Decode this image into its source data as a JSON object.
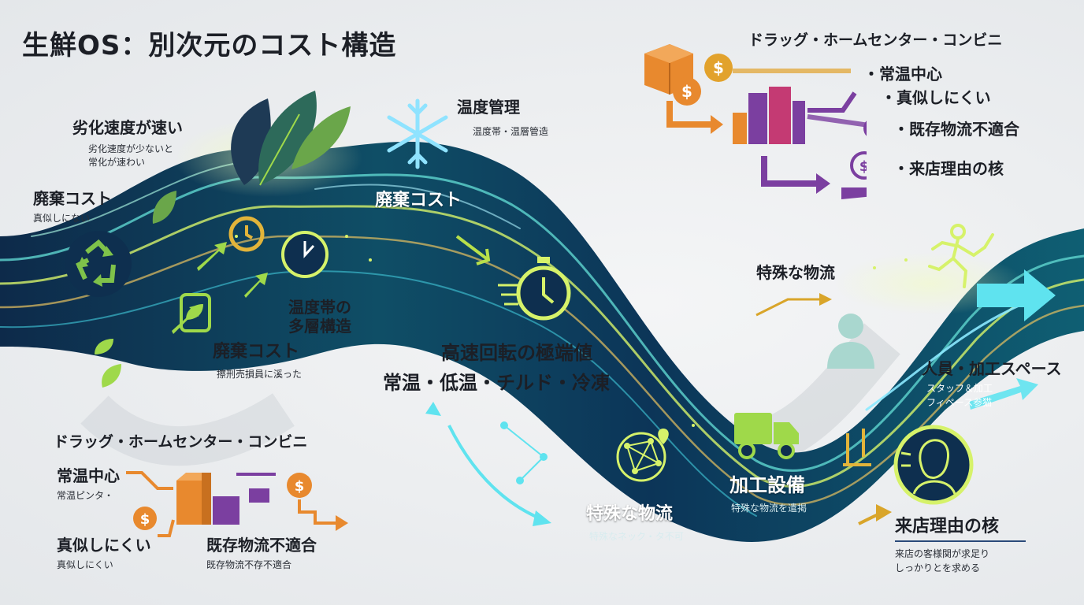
{
  "title": "生鮮OS：別次元のコスト構造",
  "top_right": {
    "heading": "ドラッグ・ホームセンター・コンビニ",
    "bullets": [
      "・常温中心",
      "・真似しにくい",
      "・既存物流不適合",
      "・来店理由の核"
    ]
  },
  "left_panel": {
    "deterioration_title": "劣化速度が速い",
    "deterioration_sub1": "劣化速度が少ないと",
    "deterioration_sub2": "常化が速わい",
    "waste_title": "廃棄コスト",
    "waste_sub": "真似しにない"
  },
  "temp_control": {
    "title": "温度管理",
    "sub": "温度帯・温層管造"
  },
  "waste_mid": "廃棄コスト",
  "multi_layer": {
    "line1": "温度帯の",
    "line2": "多層構造"
  },
  "waste_low": {
    "title": "廃棄コスト",
    "sub": "擦刑売損員に溪った"
  },
  "high_speed": {
    "line1": "高速回転の極端値",
    "line2": "常温・低温・チルド・冷凍"
  },
  "special_logistics_top": "特殊な物流",
  "special_logistics_bottom": {
    "title": "特殊な物流",
    "sub": "特殊なネック・タ不可"
  },
  "processing_equipment": {
    "title": "加工設備",
    "sub": "特殊な物流を遣掲"
  },
  "staff": {
    "title": "人員・加工スペース",
    "sub1": "スタッフ＆加工",
    "sub2": "フィペース参猫"
  },
  "core_reason": {
    "title": "来店理由の核",
    "sub1": "来店の客様関が求足り",
    "sub2": "しっかりとを求める"
  },
  "bottom_left": {
    "heading": "ドラッグ・ホームセンター・コンビニ",
    "item1_title": "常温中心",
    "item1_sub": "常温ピンタ・",
    "item2_title": "真似しにくい",
    "item2_sub": "真似しにくい",
    "item3_title": "既存物流不適合",
    "item3_sub": "既存物流不存不適合"
  },
  "icons": {
    "dollar_symbol": "$",
    "colors": {
      "navy": "#0e2f4f",
      "teal": "#1aa8b0",
      "green": "#7fc24a",
      "orange": "#e8892e",
      "purple": "#7b3fa0",
      "gold": "#d9a52a"
    }
  }
}
